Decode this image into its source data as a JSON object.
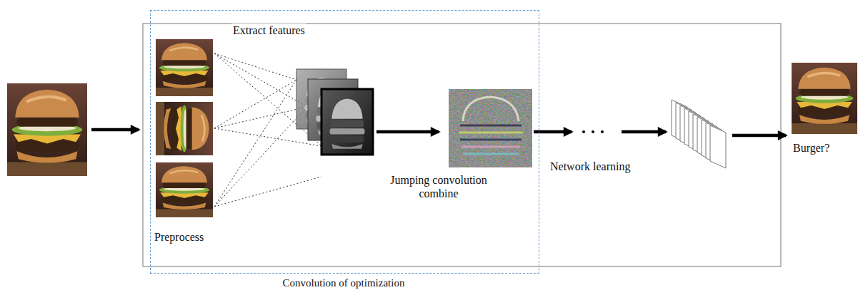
{
  "diagram": {
    "nodes": [
      {
        "text": [
          "Convolution of optimization"
        ]
      },
      {
        "text": [
          "Burger?"
        ]
      }
    ],
    "labels": [
      "Extract features",
      "Preprocess",
      "Jumping convolution combine",
      "Network learning"
    ]
  }
}
